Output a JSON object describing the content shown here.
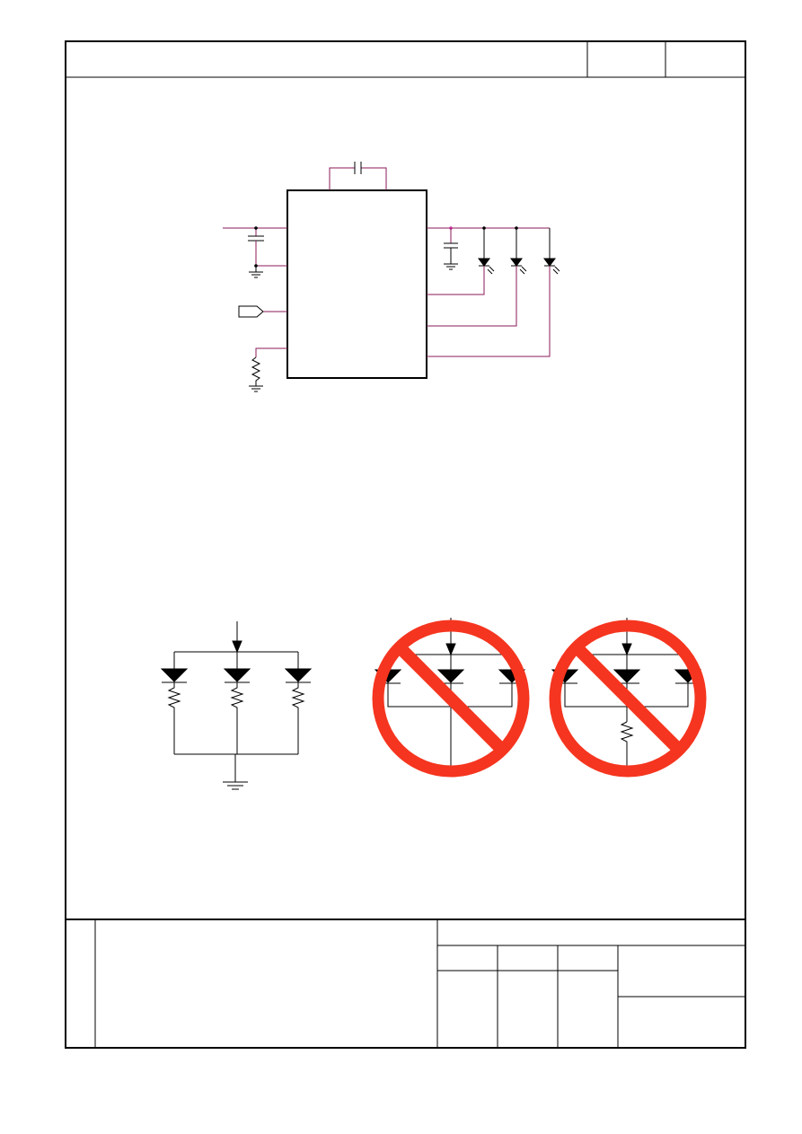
{
  "page": {
    "header_cells": [
      "",
      "",
      ""
    ],
    "title_block": {
      "cells": []
    }
  },
  "diagrams": [
    {
      "id": "led-driver-schematic",
      "led_count": 3,
      "capacitor_count": 3,
      "resistor_count": 1
    },
    {
      "id": "recommended-parallel-leds",
      "led_count": 3,
      "resistor_count": 3,
      "status": "ok"
    },
    {
      "id": "prohibited-shared-ground",
      "led_count": 3,
      "resistor_count": 0,
      "status": "prohibited"
    },
    {
      "id": "prohibited-shared-resistor",
      "led_count": 3,
      "resistor_count": 1,
      "status": "prohibited"
    }
  ],
  "colors": {
    "frame": "#000000",
    "wire": "#8b1a5a",
    "prohibited": "#f5351f"
  },
  "icons": [
    "led-icon",
    "capacitor-icon",
    "resistor-icon",
    "ground-icon",
    "input-port-icon",
    "prohibited-icon"
  ]
}
